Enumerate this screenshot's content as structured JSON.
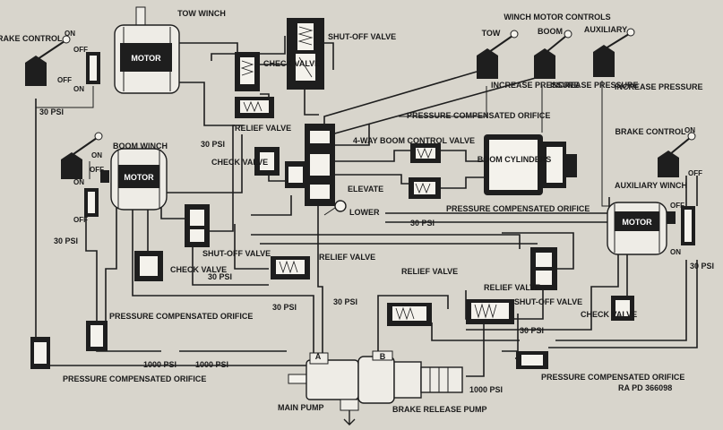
{
  "diagram": {
    "components": {
      "tow_winch": "TOW WINCH",
      "motor": "MOTOR",
      "shut_off_valve": "SHUT-OFF VALVE",
      "check_valve": "CHECK VALVE",
      "relief_valve": "RELIEF VALVE",
      "boom_control_valve": "4-WAY BOOM CONTROL VALVE",
      "boom_cylinders": "BOOM CYLINDERS",
      "boom_winch": "BOOM WINCH",
      "auxiliary_winch": "AUXILIARY WINCH",
      "brake_control": "BRAKE CONTROL",
      "winch_motor_controls": "WINCH MOTOR CONTROLS",
      "pco": "PRESSURE COMPENSATED ORIFICE",
      "main_pump": "MAIN PUMP",
      "brake_release_pump": "BRAKE RELEASE PUMP"
    },
    "controls": {
      "tow": "TOW",
      "boom": "BOOM",
      "auxiliary": "AUXILIARY",
      "increase_pressure": "INCREASE PRESSURE",
      "on": "ON",
      "off": "OFF",
      "elevate": "ELEVATE",
      "lower": "LOWER"
    },
    "port_a": "A",
    "port_b": "B",
    "pressure_30": "30 PSI",
    "pressure_1000": "1000 PSI",
    "reference": "RA PD 366098"
  }
}
